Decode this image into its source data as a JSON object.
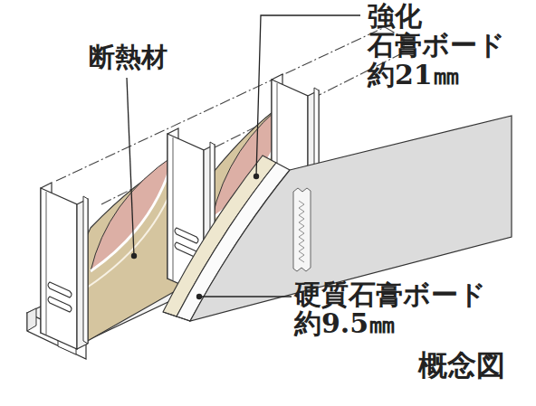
{
  "diagram": {
    "caption": "概念図",
    "labels": [
      "断熱材",
      "強化 石膏ボード 約21㎜",
      "硬質石膏ボード 約9.5㎜"
    ]
  }
}
